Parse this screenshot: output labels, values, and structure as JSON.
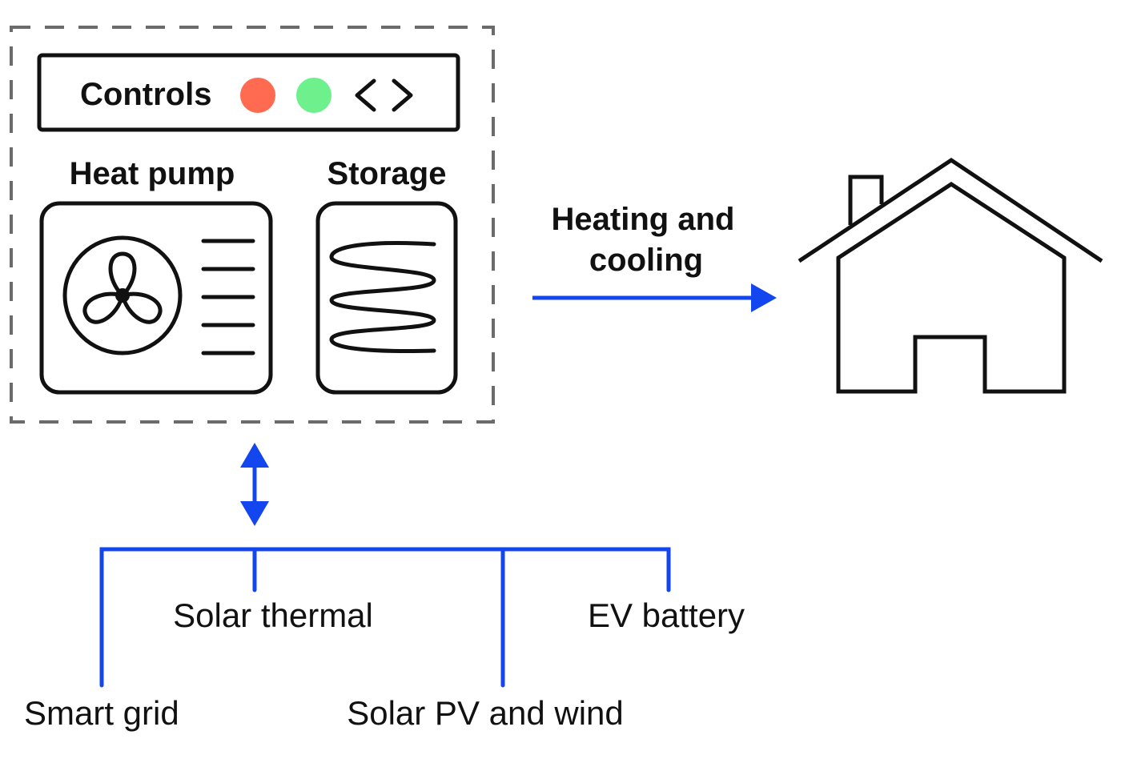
{
  "colors": {
    "line": "#111111",
    "dash": "#6b6b6b",
    "flow": "#1446f0",
    "indicator_red": "#ff6b50",
    "indicator_green": "#6ef08c"
  },
  "system": {
    "controls_label": "Controls",
    "controls_icons": [
      "red-indicator-icon",
      "green-indicator-icon",
      "chevron-left-icon",
      "chevron-right-icon"
    ],
    "heat_pump_label": "Heat pump",
    "heat_pump_icon": "fan-icon",
    "storage_label": "Storage",
    "storage_icon": "coil-icon"
  },
  "output": {
    "label_line1": "Heating and",
    "label_line2": "cooling",
    "icon": "house-icon"
  },
  "sources": {
    "smart_grid": "Smart grid",
    "solar_thermal": "Solar thermal",
    "solar_pv_wind": "Solar PV and wind",
    "ev_battery": "EV battery"
  }
}
